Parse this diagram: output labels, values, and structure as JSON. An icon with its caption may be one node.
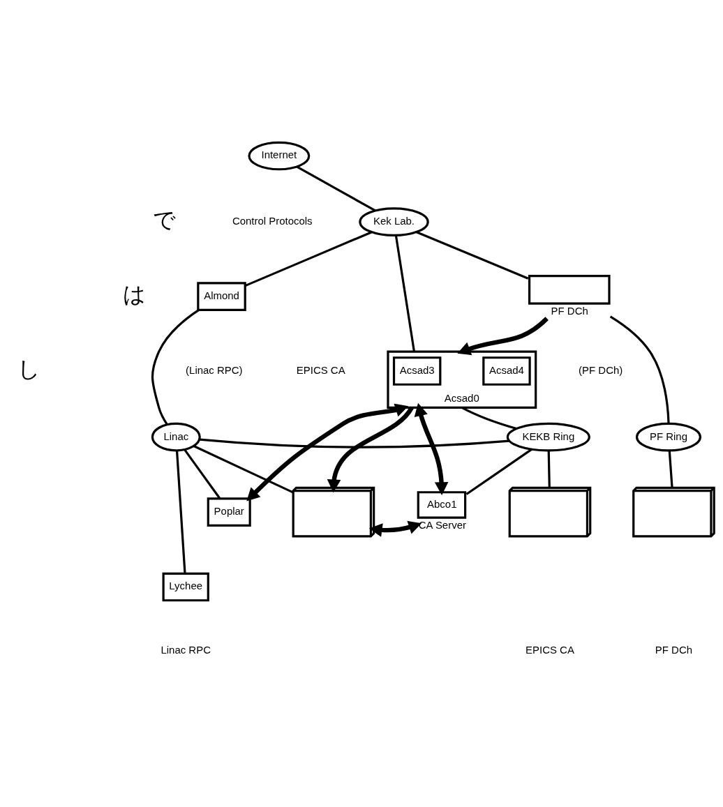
{
  "diagram": {
    "nodes": [
      {
        "text": [
          "Internet"
        ]
      },
      {
        "text": [
          "Kek Lab."
        ]
      },
      {
        "text": [
          "Almond"
        ]
      },
      {
        "text": [
          "Acsad0"
        ]
      },
      {
        "text": [
          "Acsad3"
        ],
        "in": 3
      },
      {
        "text": [
          "Acsad4"
        ],
        "in": 3
      },
      {
        "text": [],
        "shape": "box",
        "beside": [
          "PF DCh"
        ]
      },
      {
        "text": [
          "Linac"
        ]
      },
      {
        "text": [
          "KEKB Ring"
        ]
      },
      {
        "text": [
          "PF Ring"
        ]
      },
      {
        "text": [
          "Poplar"
        ]
      },
      {
        "text": [
          "Lychee"
        ]
      },
      {
        "text": [],
        "shape": "box"
      },
      {
        "text": [
          "Abco1"
        ],
        "beside": [
          "CA Server"
        ]
      },
      {
        "text": [],
        "shape": "box"
      },
      {
        "text": [],
        "shape": "box"
      }
    ],
    "edges": [
      {
        "from": 0,
        "to": 1,
        "arrow": "none"
      },
      {
        "from": 1,
        "to": 2,
        "arrow": "none"
      },
      {
        "from": 1,
        "to": 3,
        "arrow": "none"
      },
      {
        "from": 1,
        "to": 6,
        "arrow": "none"
      },
      {
        "from": 6,
        "to": 3,
        "arrow": "to",
        "style": "thick"
      },
      {
        "from": 2,
        "to": 7,
        "arrow": "none"
      },
      {
        "from": 3,
        "to": 8,
        "arrow": "none"
      },
      {
        "from": 6,
        "to": 9,
        "arrow": "none"
      },
      {
        "from": 7,
        "to": 8,
        "arrow": "none"
      },
      {
        "from": 7,
        "to": 10,
        "arrow": "none"
      },
      {
        "from": 7,
        "to": 11,
        "arrow": "none"
      },
      {
        "from": 7,
        "to": 12,
        "arrow": "none"
      },
      {
        "from": 8,
        "to": 13,
        "arrow": "none"
      },
      {
        "from": 8,
        "to": 14,
        "arrow": "none"
      },
      {
        "from": 9,
        "to": 15,
        "arrow": "none"
      },
      {
        "from": 3,
        "to": 10,
        "arrow": "both",
        "style": "thick"
      },
      {
        "from": 3,
        "to": 12,
        "arrow": "to",
        "style": "thick"
      },
      {
        "from": 3,
        "to": 13,
        "arrow": "both",
        "style": "thick"
      },
      {
        "from": 12,
        "to": 13,
        "arrow": "both",
        "style": "thick"
      }
    ],
    "labels": [
      "Control Protocols",
      "で",
      "は",
      "し",
      "(Linac RPC)",
      "EPICS CA",
      "(PF DCh)",
      "Linac RPC",
      "EPICS CA",
      "PF DCh"
    ]
  }
}
